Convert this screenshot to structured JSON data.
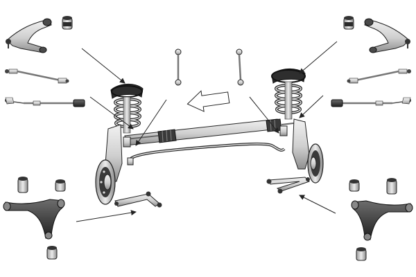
{
  "diagram": {
    "background": "#ffffff",
    "colors": {
      "part_fill": "#d9d9d9",
      "part_light": "#ededed",
      "part_dark": "#5a5a5a",
      "outline": "#1e1e1e",
      "bushing_rubber": "#2b2b2b",
      "leader_line": "#222222"
    },
    "parts": [
      {
        "name": "upper-control-arm-left"
      },
      {
        "name": "control-arm-bushing-left-top"
      },
      {
        "name": "tie-rod-end-left"
      },
      {
        "name": "inner-tie-rod-left"
      },
      {
        "name": "stabilizer-link-left"
      },
      {
        "name": "stabilizer-link-right"
      },
      {
        "name": "upper-control-arm-right"
      },
      {
        "name": "control-arm-bushing-right-top"
      },
      {
        "name": "tie-rod-end-right"
      },
      {
        "name": "inner-tie-rod-right"
      },
      {
        "name": "lower-control-arm-left"
      },
      {
        "name": "lower-control-arm-right"
      },
      {
        "name": "front-axle-assembly"
      }
    ],
    "direction_arrow": {
      "meaning": "driving-direction"
    }
  }
}
